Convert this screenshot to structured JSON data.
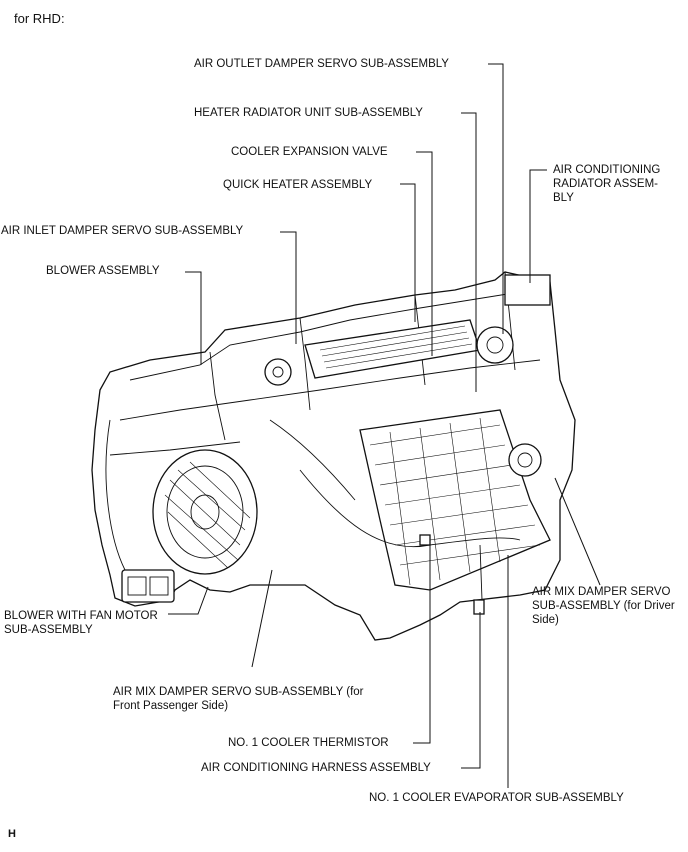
{
  "caption": "for RHD:",
  "figure_code": "H",
  "labels": {
    "air_outlet_servo": "AIR OUTLET DAMPER SERVO SUB-ASSEMBLY",
    "heater_radiator": "HEATER RADIATOR UNIT SUB-ASSEMBLY",
    "expansion_valve": "COOLER EXPANSION VALVE",
    "quick_heater": "QUICK HEATER ASSEMBLY",
    "ac_radiator": "AIR CONDITIONING RADIATOR ASSEM-BLY",
    "air_inlet_servo": "AIR INLET DAMPER SERVO SUB-ASSEMBLY",
    "blower_assembly": "BLOWER ASSEMBLY",
    "blower_motor": "BLOWER WITH FAN MOTOR SUB-ASSEMBLY",
    "air_mix_driver": "AIR MIX DAMPER SERVO SUB-ASSEMBLY (for Driver Side)",
    "air_mix_passenger": "AIR MIX DAMPER SERVO SUB-ASSEMBLY (for Front Passenger Side)",
    "thermistor": "NO. 1 COOLER THERMISTOR",
    "harness": "AIR CONDITIONING HARNESS ASSEMBLY",
    "evaporator": "NO. 1 COOLER EVAPORATOR SUB-ASSEMBLY"
  }
}
